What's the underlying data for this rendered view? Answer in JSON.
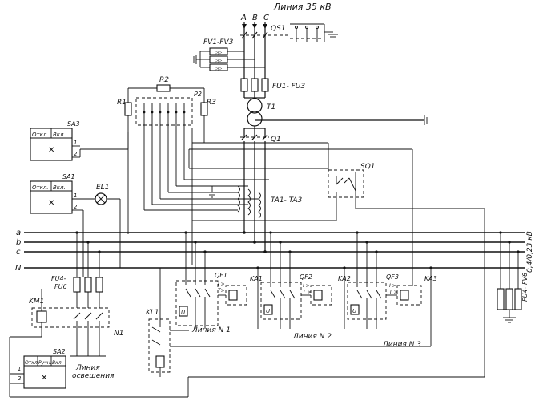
{
  "line_top": {
    "label": "Линия  35 кВ",
    "phases": [
      "A",
      "B",
      "C"
    ]
  },
  "labels": {
    "qs1": "QS1",
    "fv1_fv3": "FV1-FV3",
    "fu1_fu3": "FU1- FU3",
    "t1": "T1",
    "q1": "Q1",
    "r1": "R1",
    "r2": "R2",
    "r3": "R3",
    "p2": "P2",
    "sq1": "SQ1",
    "ta": "TA1- TA3",
    "el1": "EL1",
    "fu4_fu6_left_a": "FU4-",
    "fu4_fu6_left_b": "FU6",
    "fu4_fu6_right": "FU4- FV6",
    "km1": "KM1",
    "kl1": "KL1",
    "n1": "N1",
    "qf1": "QF1",
    "qf2": "QF2",
    "qf3": "QF3",
    "ka1": "KA1",
    "ka2": "KA2",
    "ka3": "KA3",
    "bus_voltage": "0,4/0,23 кВ"
  },
  "bus_labels": [
    "a",
    "b",
    "c",
    "N"
  ],
  "switches": {
    "sa3": {
      "title": "SA3",
      "off": "Откл.",
      "on": "Вкл.",
      "t1": "1",
      "t2": "2"
    },
    "sa1": {
      "title": "SA1",
      "off": "Откл.",
      "on": "Вкл.",
      "t1": "1",
      "t2": "2"
    },
    "sa2": {
      "title": "SA2",
      "off": "Откл.",
      "manual": "Ручн.",
      "on": "Вкл.",
      "t1": "1",
      "t2": "2"
    }
  },
  "lines": [
    "Линия N 1",
    "Линия N 2",
    "Линия N 3"
  ],
  "lighting": [
    "Линия",
    "освещения"
  ],
  "relay_letters": {
    "u": "U",
    "i_gt": "I >",
    "t_gt": "T >",
    "t_gt2": "T>"
  }
}
